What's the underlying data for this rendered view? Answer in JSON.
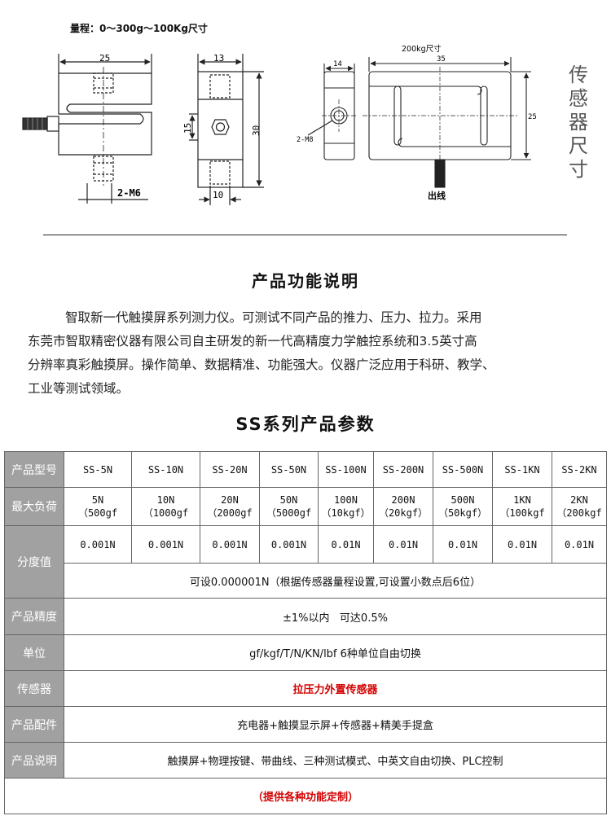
{
  "drawing": {
    "range_label": "量程：0～300g～100Kg尺寸",
    "front": {
      "width": "25",
      "thread": "2-M6"
    },
    "side": {
      "top": "13",
      "mid": "15",
      "height": "30",
      "bottom": "10"
    },
    "right": {
      "title": "200kg尺寸",
      "thick": "14",
      "length": "35",
      "height": "25",
      "thread": "2-M8",
      "cable": "出线"
    },
    "vertical_title": "传感器尺寸"
  },
  "func": {
    "title": "产品功能说明",
    "lines": [
      "智取新一代触摸屏系列测力仪。可测试不同产品的推力、压力、拉力。采用",
      "东莞市智取精密仪器有限公司自主研发的新一代高精度力学触控系统和3.5英寸高",
      "分辨率真彩触摸屏。操作简单、数据精准、功能强大。仪器广泛应用于科研、教学、",
      "工业等测试领域。"
    ]
  },
  "params": {
    "title": "SS系列产品参数",
    "model_label": "产品型号",
    "models": [
      "SS-5N",
      "SS-10N",
      "SS-20N",
      "SS-50N",
      "SS-100N",
      "SS-200N",
      "SS-500N",
      "SS-1KN",
      "SS-2KN"
    ],
    "load_label": "最大负荷",
    "loads": [
      "5N",
      "10N",
      "20N",
      "50N",
      "100N",
      "200N",
      "500N",
      "1KN",
      "2KN"
    ],
    "loads_sub": [
      "（500gf",
      "（1000gf",
      "（2000gf",
      "（5000gf",
      "（10kgf）",
      "（20kgf）",
      "（50kgf）",
      "（100kgf",
      "（200kgf"
    ],
    "res_label": "分度值",
    "resolutions": [
      "0.001N",
      "0.001N",
      "0.001N",
      "0.001N",
      "0.01N",
      "0.01N",
      "0.01N",
      "0.01N",
      "0.01N"
    ],
    "res_note": "可设0.000001N（根据传感器量程设置,可设置小数点后6位）",
    "acc_label": "产品精度",
    "accuracy": "±1%以内   可达0.5%",
    "unit_label": "单位",
    "units": "gf/kgf/T/N/KN/lbf 6种单位自由切换",
    "sensor_label": "传感器",
    "sensor": "拉压力外置传感器",
    "acc2_label": "产品配件",
    "accessories": "充电器+触摸显示屏+传感器+精美手提盒",
    "note_label": "产品说明",
    "note": "触摸屏+物理按键、带曲线、三种测试模式、中英文自由切换、PLC控制",
    "custom": "（提供各种功能定制）"
  }
}
